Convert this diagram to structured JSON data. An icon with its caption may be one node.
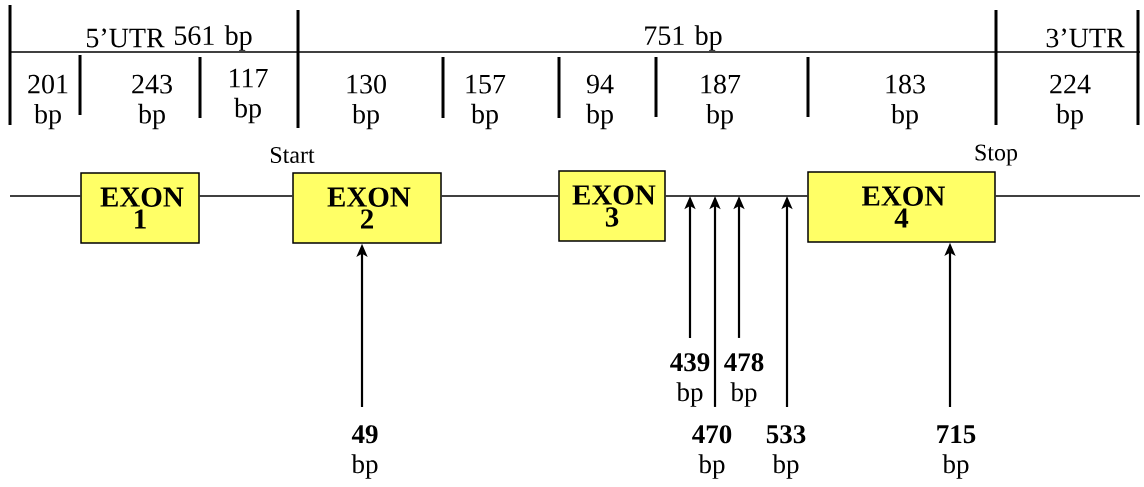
{
  "diagram": {
    "nodes": [
      {
        "text": [
          "EXON 1"
        ]
      },
      {
        "text": [
          "EXON 2"
        ],
        "beside": [
          "Start"
        ]
      },
      {
        "text": [
          "EXON 3"
        ]
      },
      {
        "text": [
          "EXON 4"
        ],
        "beside": [
          "Stop"
        ]
      },
      {
        "text": [
          "**49** bp"
        ]
      },
      {
        "text": [
          "**439** bp"
        ]
      },
      {
        "text": [
          "**478** bp"
        ]
      },
      {
        "text": [
          "**470** bp"
        ]
      },
      {
        "text": [
          "**533** bp"
        ]
      },
      {
        "text": [
          "**715** bp"
        ]
      }
    ],
    "edges": [
      {
        "from": null,
        "to": 0,
        "arrow": "none"
      },
      {
        "from": 0,
        "to": 1,
        "arrow": "none"
      },
      {
        "from": 1,
        "to": 2,
        "arrow": "none"
      },
      {
        "from": 2,
        "to": 3,
        "arrow": "none"
      },
      {
        "from": 3,
        "to": null,
        "arrow": "none"
      },
      {
        "from": 4,
        "to": 1,
        "arrow": "to"
      },
      {
        "from": 5,
        "to": null,
        "arrow": "to"
      },
      {
        "from": 6,
        "to": null,
        "arrow": "to"
      },
      {
        "from": 7,
        "to": null,
        "arrow": "to"
      },
      {
        "from": 8,
        "to": null,
        "arrow": "to"
      },
      {
        "from": 9,
        "to": 3,
        "arrow": "to"
      }
    ],
    "labels": [
      "5’UTR",
      "561 bp",
      "751 bp",
      "3’UTR",
      "201 bp",
      "243 bp",
      "117 bp",
      "130 bp",
      "157 bp",
      "94 bp",
      "187 bp",
      "183 bp",
      "224 bp"
    ]
  }
}
